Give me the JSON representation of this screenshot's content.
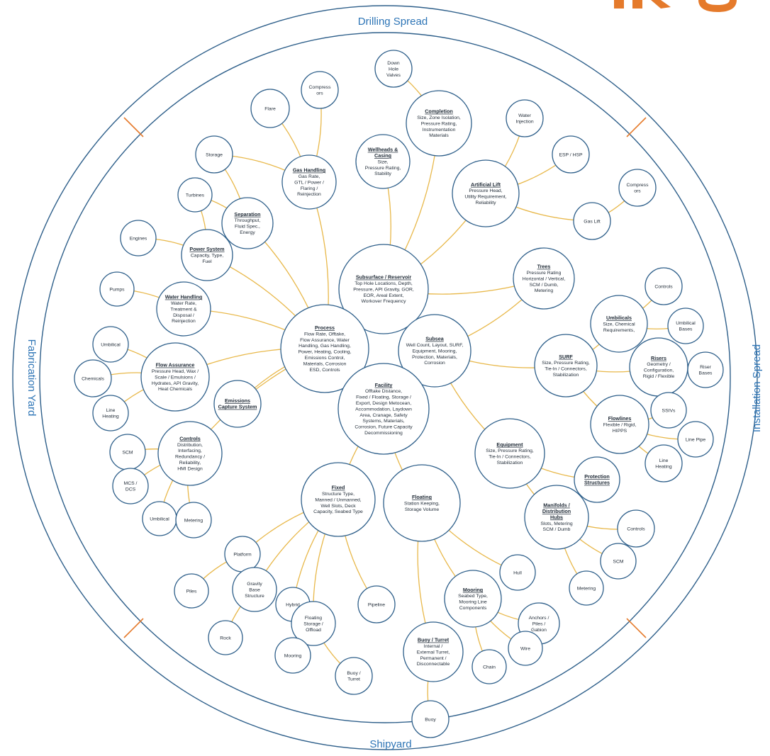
{
  "ring": {
    "top": "Drilling Spread",
    "bottom": "Shipyard",
    "left": "Fabrication Yard",
    "right": "Installation Spread"
  },
  "colors": {
    "ring_text": "#2e75b6",
    "ring_line": "#2e5f8a",
    "ring_divider": "#e57a2b",
    "node_stroke": "#2e5f8a",
    "connector": "#e8b84a",
    "logo": "#e57a2b"
  },
  "logo": {
    "icon": "brand-logo-partial"
  },
  "nodes": [
    {
      "id": "down-hole-valves",
      "title": "",
      "body": [
        "Down",
        "Hole",
        "Valves"
      ]
    },
    {
      "id": "completion",
      "title": "Completion",
      "body": [
        "Size, Zone Isolation,",
        "Pressure Rating,",
        "Instrumentation",
        "Materials"
      ]
    },
    {
      "id": "compressors-top",
      "title": "",
      "body": [
        "Compress",
        "ors"
      ]
    },
    {
      "id": "flare",
      "title": "",
      "body": [
        "Flare"
      ]
    },
    {
      "id": "water-injection",
      "title": "",
      "body": [
        "Water",
        "Injection"
      ]
    },
    {
      "id": "wellheads-casing",
      "title": "Wellheads &|Casing",
      "body": [
        "Size,",
        "Pressure Rating,",
        "Stability"
      ]
    },
    {
      "id": "storage",
      "title": "",
      "body": [
        "Storage"
      ]
    },
    {
      "id": "gas-handling",
      "title": "Gas Handling",
      "body": [
        "Gas Rate,",
        "GTL / Power /",
        "Flaring  /",
        "Reinjection"
      ]
    },
    {
      "id": "esp-hsp",
      "title": "",
      "body": [
        "ESP / HSP"
      ]
    },
    {
      "id": "artificial-lift",
      "title": "Artificial Lift",
      "body": [
        "Pressure Head,",
        "Utility Requirement,",
        "Reliability"
      ]
    },
    {
      "id": "compressors-right",
      "title": "",
      "body": [
        "Compress",
        "ors"
      ]
    },
    {
      "id": "turbines",
      "title": "",
      "body": [
        "Turbines"
      ]
    },
    {
      "id": "separation",
      "title": "Separation",
      "body": [
        "Throughput,",
        "Fluid Spec.,",
        "Energy"
      ]
    },
    {
      "id": "gas-lift",
      "title": "",
      "body": [
        "Gas Lift"
      ]
    },
    {
      "id": "engines",
      "title": "",
      "body": [
        "Engines"
      ]
    },
    {
      "id": "power-system",
      "title": "Power System",
      "body": [
        "Capacity, Type,",
        "Fuel"
      ]
    },
    {
      "id": "subsurface-reservoir",
      "title": "Subsurface / Reservoir",
      "body": [
        "Top Hole Locations, Depth,",
        "Pressure, API Gravity, GOR,",
        "EOR, Areal Extent,",
        "Workover Frequency"
      ]
    },
    {
      "id": "trees",
      "title": "Trees",
      "body": [
        "Pressure Rating",
        "Horizontal / Vertical,",
        "SCM / Dumb,",
        "Metering"
      ]
    },
    {
      "id": "pumps",
      "title": "",
      "body": [
        "Pumps"
      ]
    },
    {
      "id": "water-handling",
      "title": "Water Handling",
      "body": [
        "Water Rate,",
        "Treatment &",
        "Disposal /",
        "Reinjection"
      ]
    },
    {
      "id": "controls-right",
      "title": "",
      "body": [
        "Controls"
      ]
    },
    {
      "id": "umbilicals",
      "title": "Umbilicals",
      "body": [
        "Size, Chemical",
        "Requirements,"
      ]
    },
    {
      "id": "umbilical-bases",
      "title": "",
      "body": [
        "Umbilical",
        "Bases"
      ]
    },
    {
      "id": "process",
      "title": "Process",
      "body": [
        "Flow Rate, Offtake,",
        "Flow Assurance, Water",
        "Handling, Gas Handling,",
        "Power, Heating, Cooling,",
        "Emissions Control,",
        "Materials, Corrosion",
        "ESD, Controls"
      ]
    },
    {
      "id": "subsea",
      "title": "Subsea",
      "body": [
        "Well Count, Layout, SURF,",
        "Equipment, Mooring,",
        "Protection, Materials,",
        "Corrosion"
      ]
    },
    {
      "id": "umbilical-left",
      "title": "",
      "body": [
        "Umbilical"
      ]
    },
    {
      "id": "flow-assurance",
      "title": "Flow Assurance",
      "body": [
        "Pressure Head, Wax /",
        "Scale / Emulsions /",
        "Hydrates, API Gravity,",
        "Heat Chemicals"
      ]
    },
    {
      "id": "surf",
      "title": "SURF",
      "body": [
        "Size, Pressure Rating,",
        "Tie-In / Connectors,",
        "Stabilization"
      ]
    },
    {
      "id": "risers",
      "title": "Risers",
      "body": [
        "Geometry /",
        "Configuration,",
        "Rigid / Flexible"
      ]
    },
    {
      "id": "riser-bases",
      "title": "",
      "body": [
        "Riser",
        "Bases"
      ]
    },
    {
      "id": "chemicals",
      "title": "",
      "body": [
        "Chemicals"
      ]
    },
    {
      "id": "facility",
      "title": "Facility",
      "body": [
        "Offtake Distance,",
        "Fixed / Floating, Storage /",
        "Export, Design Metocean,",
        "Accommodation, Laydown",
        "Area, Cranage, Safety",
        "Systems, Materials,",
        "Corrosion, Future Capacity",
        "Decommissioning"
      ]
    },
    {
      "id": "emissions-capture",
      "title": "Emissions|Capture System",
      "body": []
    },
    {
      "id": "line-heating-left",
      "title": "",
      "body": [
        "Line",
        "Heating"
      ]
    },
    {
      "id": "ssivs",
      "title": "",
      "body": [
        "SSIVs"
      ]
    },
    {
      "id": "flowlines",
      "title": "Flowlines",
      "body": [
        "Flexible / Rigid,",
        "HIPPS"
      ]
    },
    {
      "id": "line-pipe",
      "title": "",
      "body": [
        "Line Pipe"
      ]
    },
    {
      "id": "controls-left",
      "title": "Controls",
      "body": [
        "Distribution,",
        "Interfacing,",
        "Redundancy /",
        "Reliability,",
        "HMI Design"
      ]
    },
    {
      "id": "scm-left",
      "title": "",
      "body": [
        "SCM"
      ]
    },
    {
      "id": "equipment",
      "title": "Equipment",
      "body": [
        "Size, Pressure Rating,",
        "Tie-In / Connectors,",
        "Stabilization"
      ]
    },
    {
      "id": "line-heating-right",
      "title": "",
      "body": [
        "Line",
        "Heating"
      ]
    },
    {
      "id": "mcs-dcs",
      "title": "",
      "body": [
        "MCS /",
        "DCS"
      ]
    },
    {
      "id": "protection-structures",
      "title": "Protection|Structures",
      "body": []
    },
    {
      "id": "fixed",
      "title": "Fixed",
      "body": [
        "Structure Type,",
        "Manned / Unmanned,",
        "Well Slots, Deck",
        "Capacity, Seabed Type"
      ]
    },
    {
      "id": "floating",
      "title": "Floating",
      "body": [
        "Station Keeping,",
        "Storage Volume"
      ]
    },
    {
      "id": "umbilical-bottom",
      "title": "",
      "body": [
        "Umbilical"
      ]
    },
    {
      "id": "metering-left",
      "title": "",
      "body": [
        "Metering"
      ]
    },
    {
      "id": "manifolds",
      "title": "Manifolds /|Distribution|Hubs",
      "body": [
        "Slots, Metering",
        "SCM / Dumb"
      ]
    },
    {
      "id": "controls-bottom-right",
      "title": "",
      "body": [
        "Controls"
      ]
    },
    {
      "id": "platform",
      "title": "",
      "body": [
        "Platform"
      ]
    },
    {
      "id": "scm-right",
      "title": "",
      "body": [
        "SCM"
      ]
    },
    {
      "id": "hull",
      "title": "",
      "body": [
        "Hull"
      ]
    },
    {
      "id": "metering-right",
      "title": "",
      "body": [
        "Metering"
      ]
    },
    {
      "id": "piles",
      "title": "",
      "body": [
        "Piles"
      ]
    },
    {
      "id": "gravity-base",
      "title": "",
      "body": [
        "Gravity",
        "Base",
        "Structure"
      ]
    },
    {
      "id": "hybrid",
      "title": "",
      "body": [
        "Hybrid"
      ]
    },
    {
      "id": "pipeline",
      "title": "",
      "body": [
        "Pipeline"
      ]
    },
    {
      "id": "mooring-main",
      "title": "Mooring",
      "body": [
        "Seabed Type,",
        "Mooring Line",
        "Components"
      ]
    },
    {
      "id": "floating-storage",
      "title": "",
      "body": [
        "Floating",
        "Storage /",
        "Offload"
      ]
    },
    {
      "id": "anchors",
      "title": "",
      "body": [
        "Anchors /",
        "Piles /",
        "Gabion"
      ]
    },
    {
      "id": "rock",
      "title": "",
      "body": [
        "Rock"
      ]
    },
    {
      "id": "buoy-turret-main",
      "title": "Buoy / Turret",
      "body": [
        "Internal /",
        "External Turret,",
        "Permanent /",
        "Disconnectable"
      ]
    },
    {
      "id": "wire",
      "title": "",
      "body": [
        "Wire"
      ]
    },
    {
      "id": "mooring-small",
      "title": "",
      "body": [
        "Mooring"
      ]
    },
    {
      "id": "chain",
      "title": "",
      "body": [
        "Chain"
      ]
    },
    {
      "id": "buoy-turret-small",
      "title": "",
      "body": [
        "Buoy /",
        "Turret"
      ]
    },
    {
      "id": "buoy",
      "title": "",
      "body": [
        "Buoy"
      ]
    }
  ]
}
